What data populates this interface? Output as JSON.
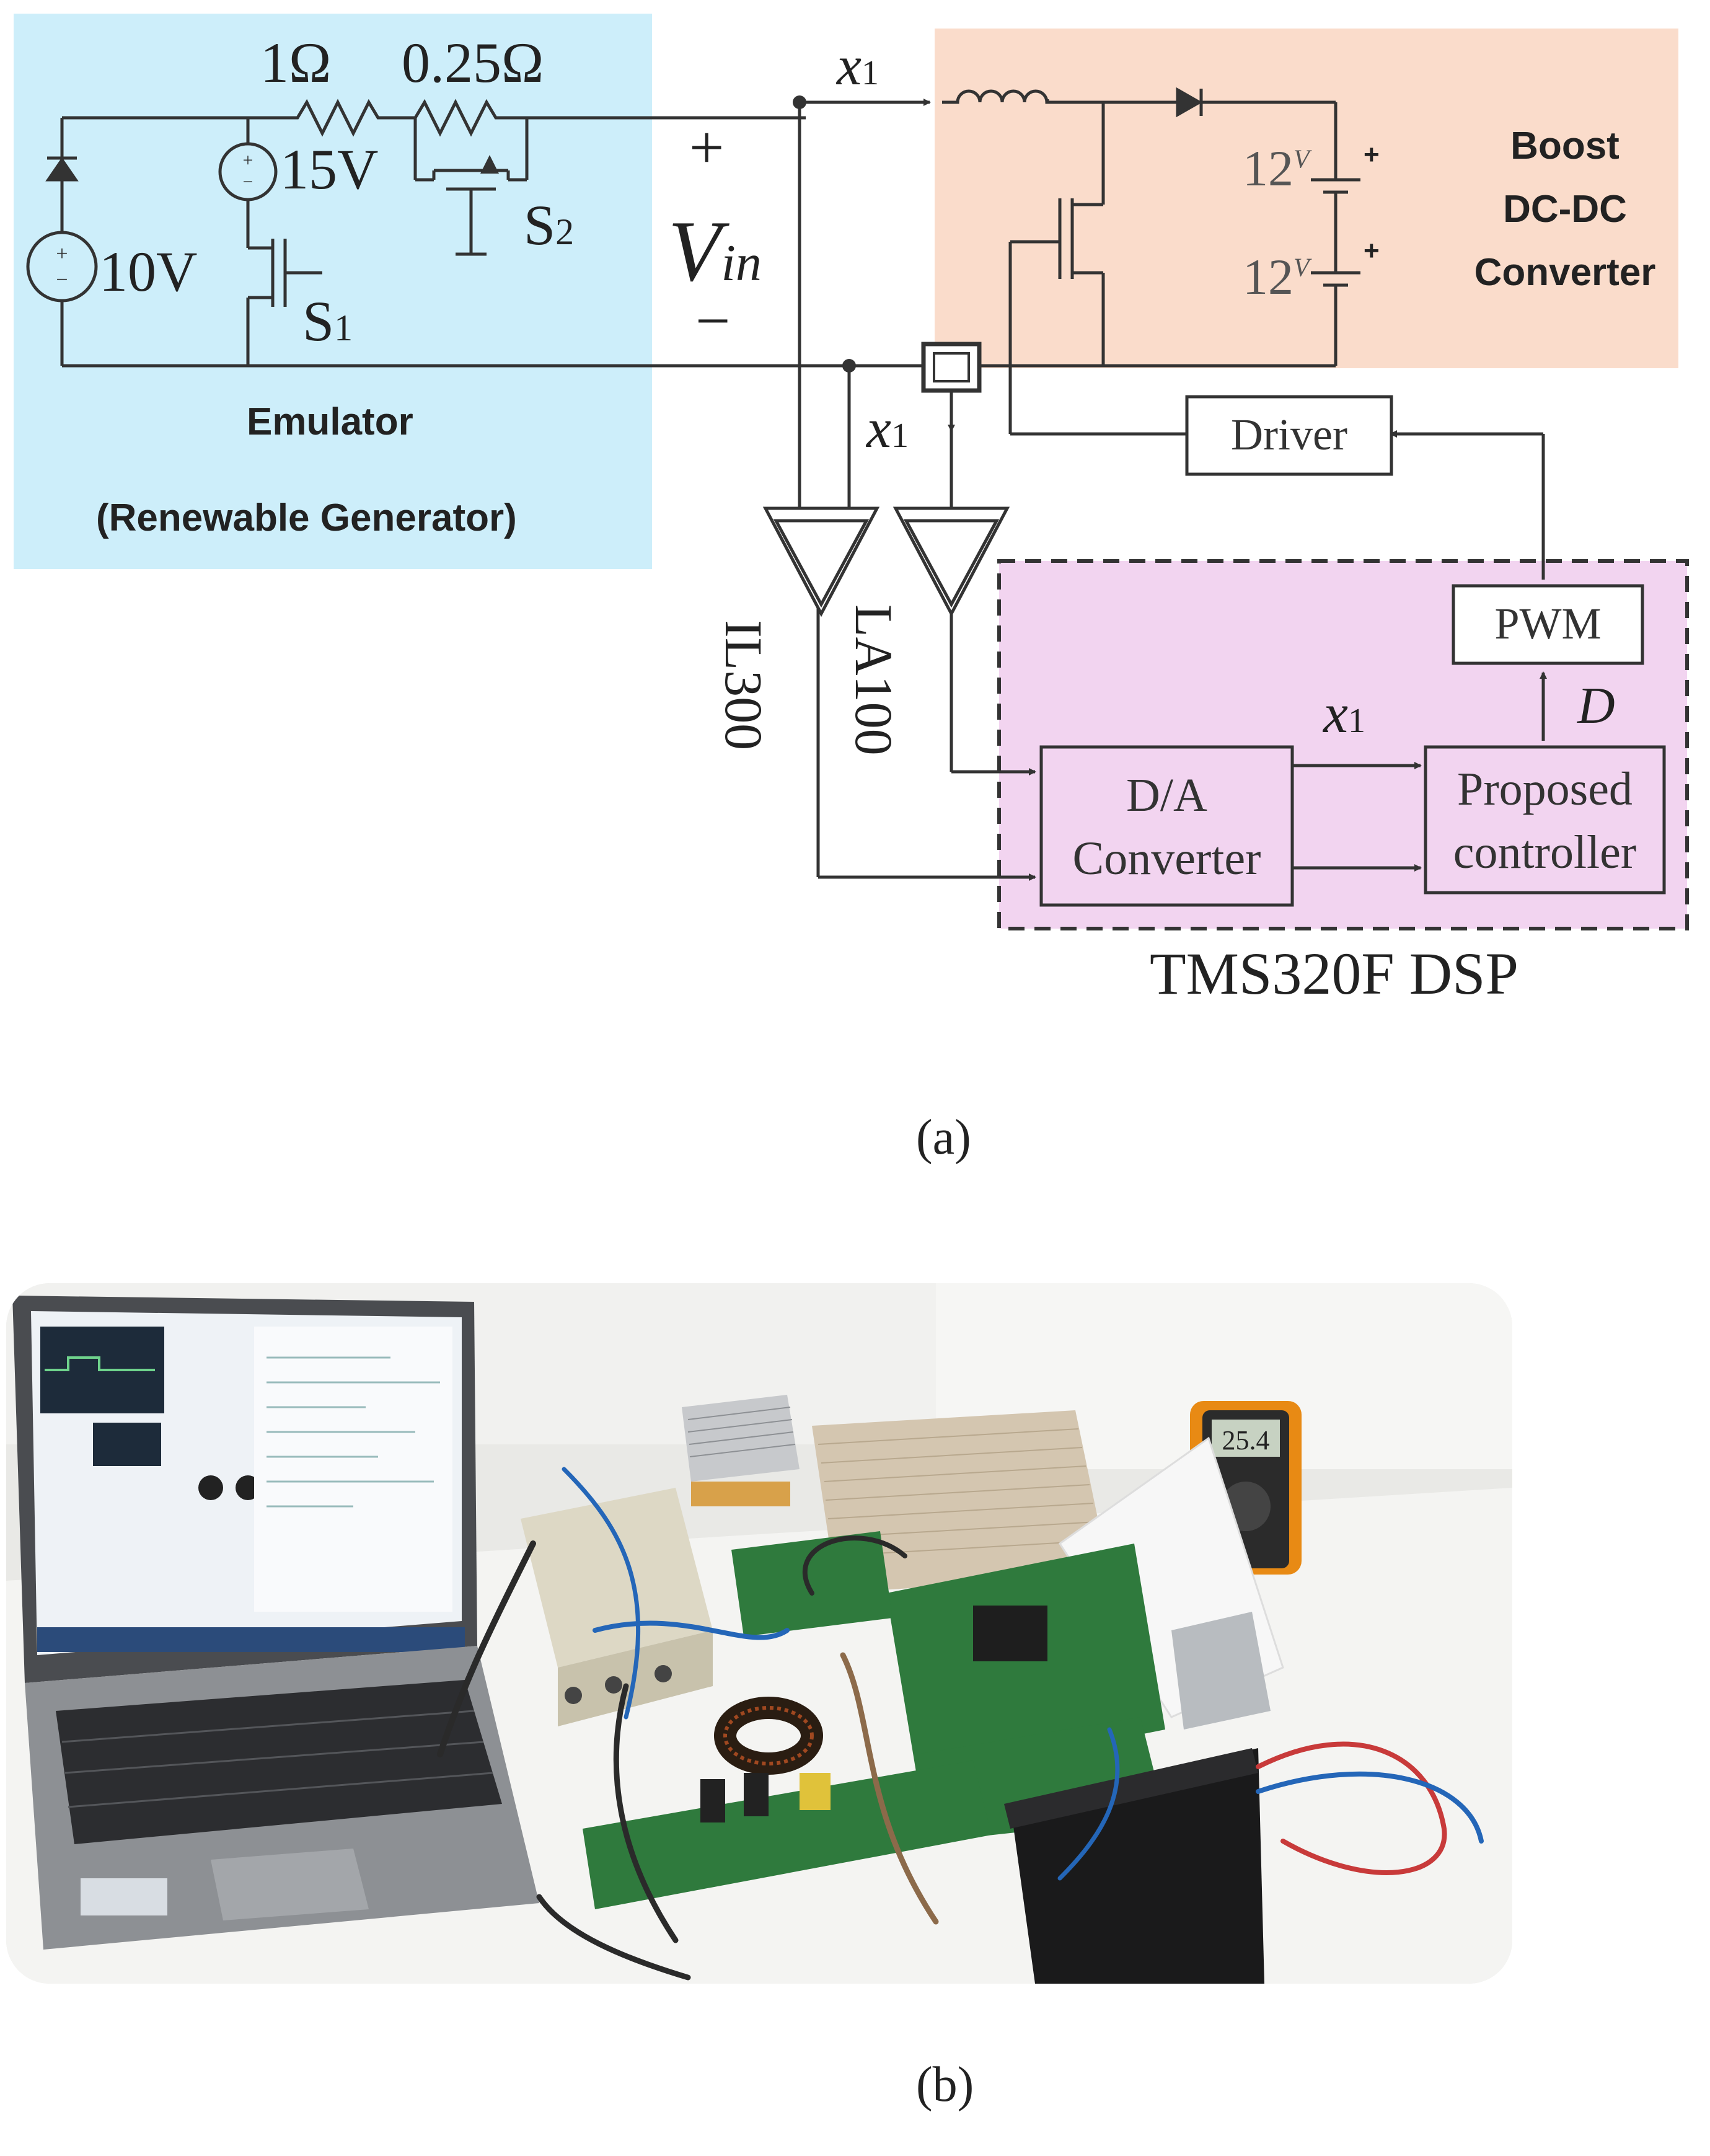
{
  "panel_a": {
    "caption": "(a)",
    "emulator": {
      "title": "Emulator",
      "subtitle": "(Renewable Generator)",
      "r1": "1Ω",
      "r2": "0.25Ω",
      "v15": "15V",
      "v10": "10V",
      "s1": "S",
      "s1_sub": "1",
      "s2": "S",
      "s2_sub": "2"
    },
    "vin": {
      "plus": "+",
      "v": "V",
      "sub": "in",
      "minus": "−"
    },
    "signal": {
      "x": "x",
      "sub": "1"
    },
    "sensors": {
      "il300": "IL300",
      "la100": "LA100"
    },
    "boost": {
      "line1": "Boost",
      "line2": "DC-DC",
      "line3": "Converter",
      "batt_label": "12",
      "batt_sup": "V",
      "plus": "+"
    },
    "driver": "Driver",
    "pwm": "PWM",
    "duty": "D",
    "da": {
      "line1": "D/A",
      "line2": "Converter"
    },
    "controller": {
      "line1": "Proposed",
      "line2": "controller"
    },
    "dsp": "TMS320F DSP"
  },
  "panel_b": {
    "caption": "(b)",
    "meter_reading": "25.4"
  },
  "colors": {
    "emulator_bg": "#cdeefa",
    "boost_bg": "#fadccb",
    "dsp_bg": "#f2d4f0",
    "wire": "#333333"
  }
}
